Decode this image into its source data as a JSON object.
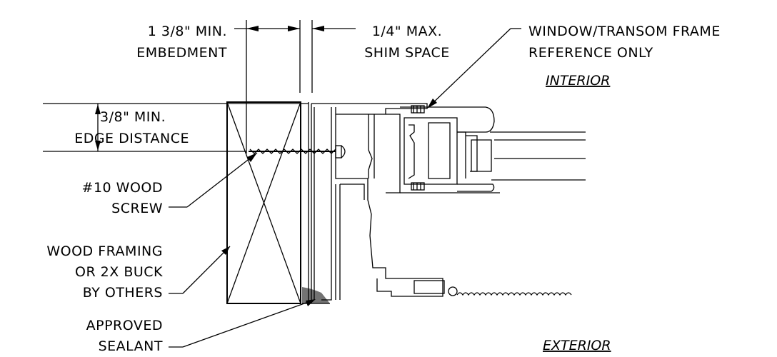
{
  "labels": {
    "embedment_1": "1 3/8\" MIN.",
    "embedment_2": "EMBEDMENT",
    "shim_1": "1/4\" MAX.",
    "shim_2": "SHIM SPACE",
    "frame_1": "WINDOW/TRANSOM FRAME",
    "frame_2": "REFERENCE ONLY",
    "interior": "INTERIOR",
    "edge_1": "3/8\" MIN.",
    "edge_2": "EDGE DISTANCE",
    "screw_1": "#10 WOOD",
    "screw_2": "SCREW",
    "framing_1": "WOOD FRAMING",
    "framing_2": "OR 2X BUCK",
    "framing_3": "BY OTHERS",
    "sealant_1": "APPROVED",
    "sealant_2": "SEALANT",
    "exterior": "EXTERIOR"
  }
}
